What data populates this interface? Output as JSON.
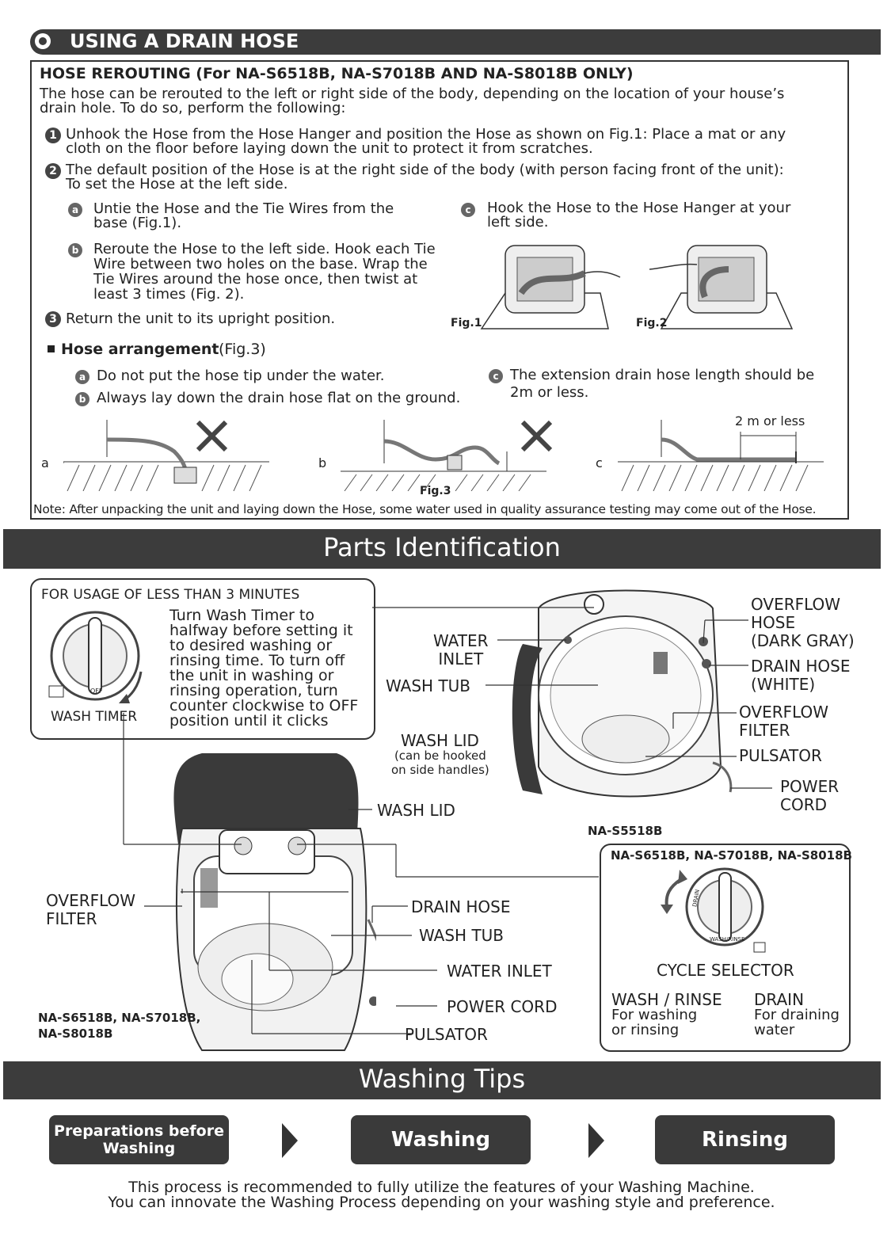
{
  "drain_hose": {
    "section_title": "USING A DRAIN HOSE",
    "rerouting_heading": "HOSE REROUTING (For NA-S6518B, NA-S7018B AND NA-S8018B ONLY)",
    "intro": "The hose can be rerouted to the left or right side of the body, depending on the location of your house’s\ndrain hole. To do so, perform the following:",
    "step1_num": "1",
    "step1": "Unhook the Hose from the Hose Hanger and position the Hose as shown on Fig.1: Place a mat or any\ncloth on the floor before laying down the unit to protect it from scratches.",
    "step2_num": "2",
    "step2": "The default position of the Hose is at the right side of the body (with person facing front of the unit):\nTo set the Hose at the left side.",
    "step2a_letter": "a",
    "step2a": "Untie the Hose and the Tie Wires from the\nbase (Fig.1).",
    "step2b_letter": "b",
    "step2b": "Reroute the Hose to the left side. Hook each Tie\nWire between two holes on the base. Wrap the\nTie Wires around the hose once, then twist at\nleast 3 times (Fig. 2).",
    "step2c_letter": "c",
    "step2c": "Hook the Hose to the Hose Hanger at your\nleft side.",
    "step3_num": "3",
    "step3": "Return the unit to its upright position.",
    "fig1": "Fig.1",
    "fig2": "Fig.2",
    "arrangement_heading": "Hose arrangement",
    "arrangement_fig": "(Fig.3)",
    "arr_a_letter": "a",
    "arr_a": "Do not put the hose tip under the water.",
    "arr_b_letter": "b",
    "arr_b": "Always lay down the drain hose flat on the ground.",
    "arr_c_letter": "c",
    "arr_c": "The extension drain hose length should be\n2m or less.",
    "diag_a": "a",
    "diag_b": "b",
    "diag_c": "c",
    "two_m": "2 m or less",
    "fig3": "Fig.3",
    "note": "Note: After unpacking the unit and laying down the Hose, some water used in quality assurance testing may come out of the Hose."
  },
  "parts": {
    "section_title": "Parts Identification",
    "usage_box_title": "FOR USAGE OF LESS THAN 3 MINUTES",
    "usage_text": "Turn Wash Timer to\nhalfway before setting it\nto desired washing or\nrinsing time. To turn off\nthe unit in washing or\nrinsing operation, turn\ncounter clockwise to OFF\nposition until it clicks",
    "wash_timer": "WASH TIMER",
    "timer_off": "OFF",
    "top_labels": {
      "water_inlet": "WATER\nINLET",
      "wash_tub": "WASH TUB",
      "wash_lid": "WASH LID",
      "wash_lid_note": "(can be hooked\non side handles)",
      "overflow_hose": "OVERFLOW\nHOSE\n(DARK GRAY)",
      "drain_hose": "DRAIN HOSE\n(WHITE)",
      "overflow_filter": "OVERFLOW\nFILTER",
      "pulsator": "PULSATOR",
      "power_cord": "POWER\nCORD",
      "model": "NA-S5518B"
    },
    "bottom_labels": {
      "wash_lid": "WASH LID",
      "overflow_filter": "OVERFLOW\nFILTER",
      "drain_hose": "DRAIN HOSE",
      "wash_tub": "WASH TUB",
      "water_inlet": "WATER INLET",
      "power_cord": "POWER CORD",
      "pulsator": "PULSATOR",
      "model": "NA-S6518B, NA-S7018B,\nNA-S8018B"
    },
    "cycle_box": {
      "models": "NA-S6518B, NA-S7018B, NA-S8018B",
      "dial_drain": "DRAIN",
      "dial_wash": "WASH/RINSE",
      "title": "CYCLE SELECTOR",
      "wash_rinse_head": "WASH / RINSE",
      "wash_rinse_desc": "For washing\nor rinsing",
      "drain_head": "DRAIN",
      "drain_desc": "For draining\nwater"
    }
  },
  "tips": {
    "section_title": "Washing Tips",
    "steps": [
      "Preparations before\nWashing",
      "Washing",
      "Rinsing"
    ],
    "footer": "This process is recommended to fully utilize the features of your Washing Machine.\nYou can innovate the Washing Process depending on your washing style and preference."
  }
}
